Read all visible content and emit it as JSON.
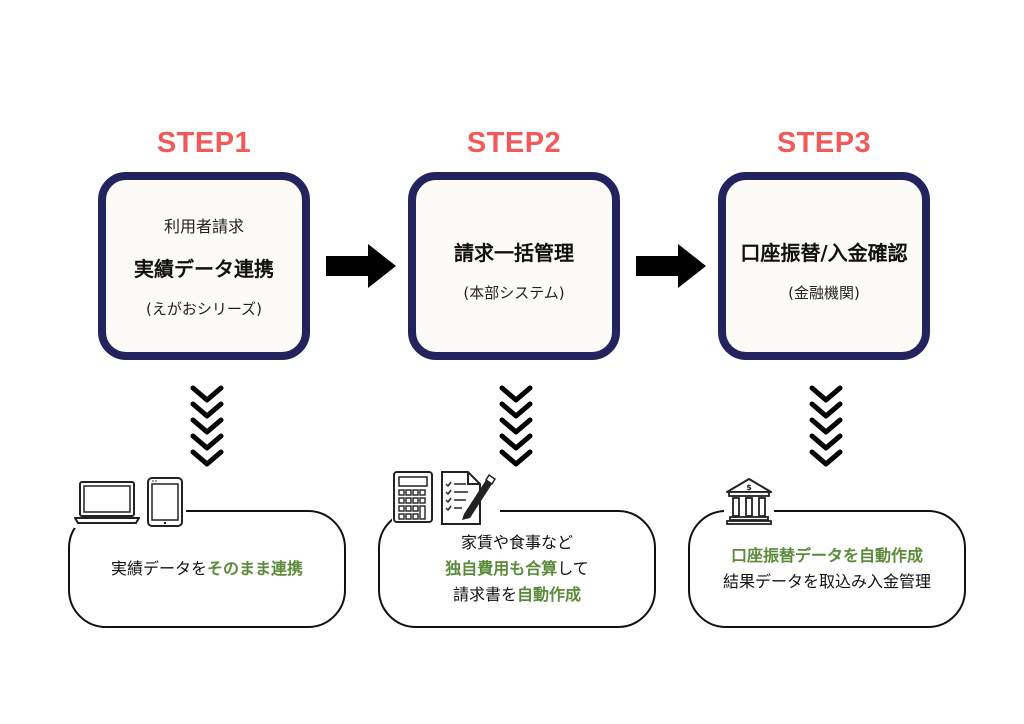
{
  "colors": {
    "step_label": "#f25a5a",
    "box_border": "#23235e",
    "box_fill": "#fcfbf7",
    "highlight": "#5a8a3a"
  },
  "steps": [
    {
      "label": "STEP1",
      "pre_title": "利用者請求",
      "title": "実績データ連携",
      "note": "(えがおシリーズ)",
      "icons": [
        "laptop-icon",
        "tablet-icon"
      ],
      "detail": [
        [
          {
            "text": "実績データを",
            "hl": false
          },
          {
            "text": "そのまま連携",
            "hl": true
          }
        ]
      ]
    },
    {
      "label": "STEP2",
      "pre_title": "",
      "title": "請求一括管理",
      "note": "(本部システム)",
      "icons": [
        "calculator-icon",
        "checklist-pen-icon"
      ],
      "detail": [
        [
          {
            "text": "家賃や食事など",
            "hl": false
          }
        ],
        [
          {
            "text": "独自費用も合算",
            "hl": true
          },
          {
            "text": "して",
            "hl": false
          }
        ],
        [
          {
            "text": "請求書を",
            "hl": false
          },
          {
            "text": "自動作成",
            "hl": true
          }
        ]
      ]
    },
    {
      "label": "STEP3",
      "pre_title": "",
      "title": "口座振替/入金確認",
      "note": "(金融機関)",
      "icons": [
        "bank-icon"
      ],
      "detail": [
        [
          {
            "text": "口座振替データを自動作成",
            "hl": true
          }
        ],
        [
          {
            "text": "結果データを取込み入金管理",
            "hl": false
          }
        ]
      ]
    }
  ]
}
